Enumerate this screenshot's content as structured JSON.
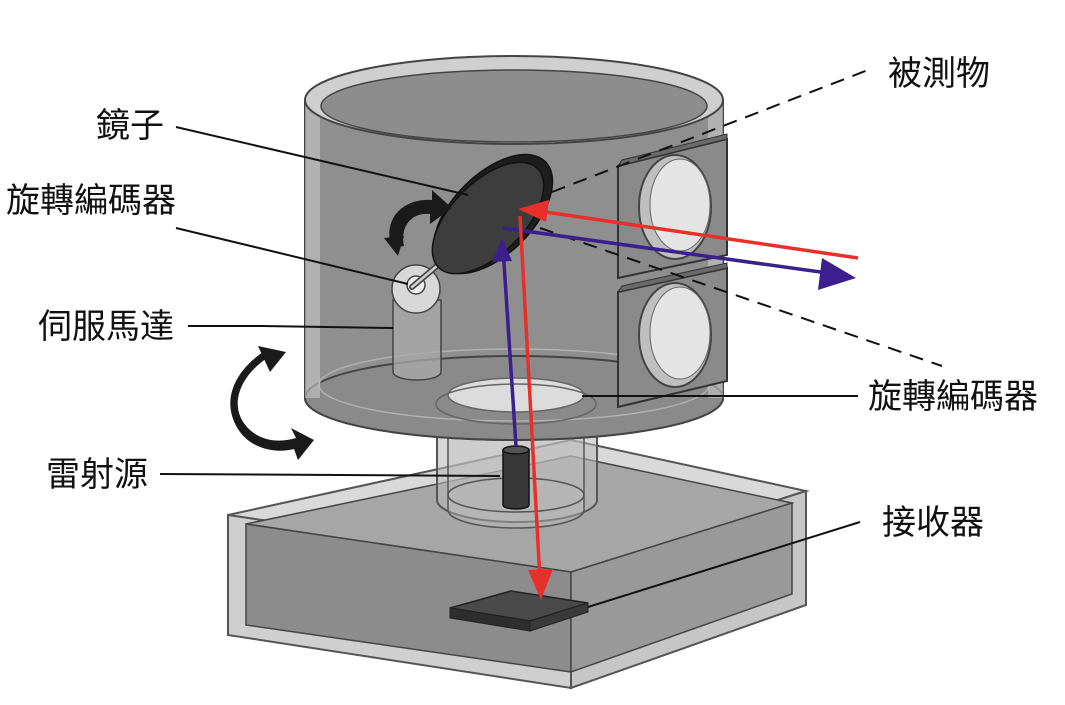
{
  "labels": {
    "object": "被測物",
    "mirror": "鏡子",
    "encoder_left": "旋轉編碼器",
    "servo": "伺服馬達",
    "encoder_right": "旋轉編碼器",
    "laser": "雷射源",
    "receiver": "接收器"
  },
  "colors": {
    "outgoing_beam": "#3b1f8c",
    "return_beam": "#e8302a",
    "housing": "#8e8e8e",
    "housing_light": "#d4d4d4",
    "dark_part": "#3a3a3a",
    "arrow": "#1a1a1a"
  }
}
